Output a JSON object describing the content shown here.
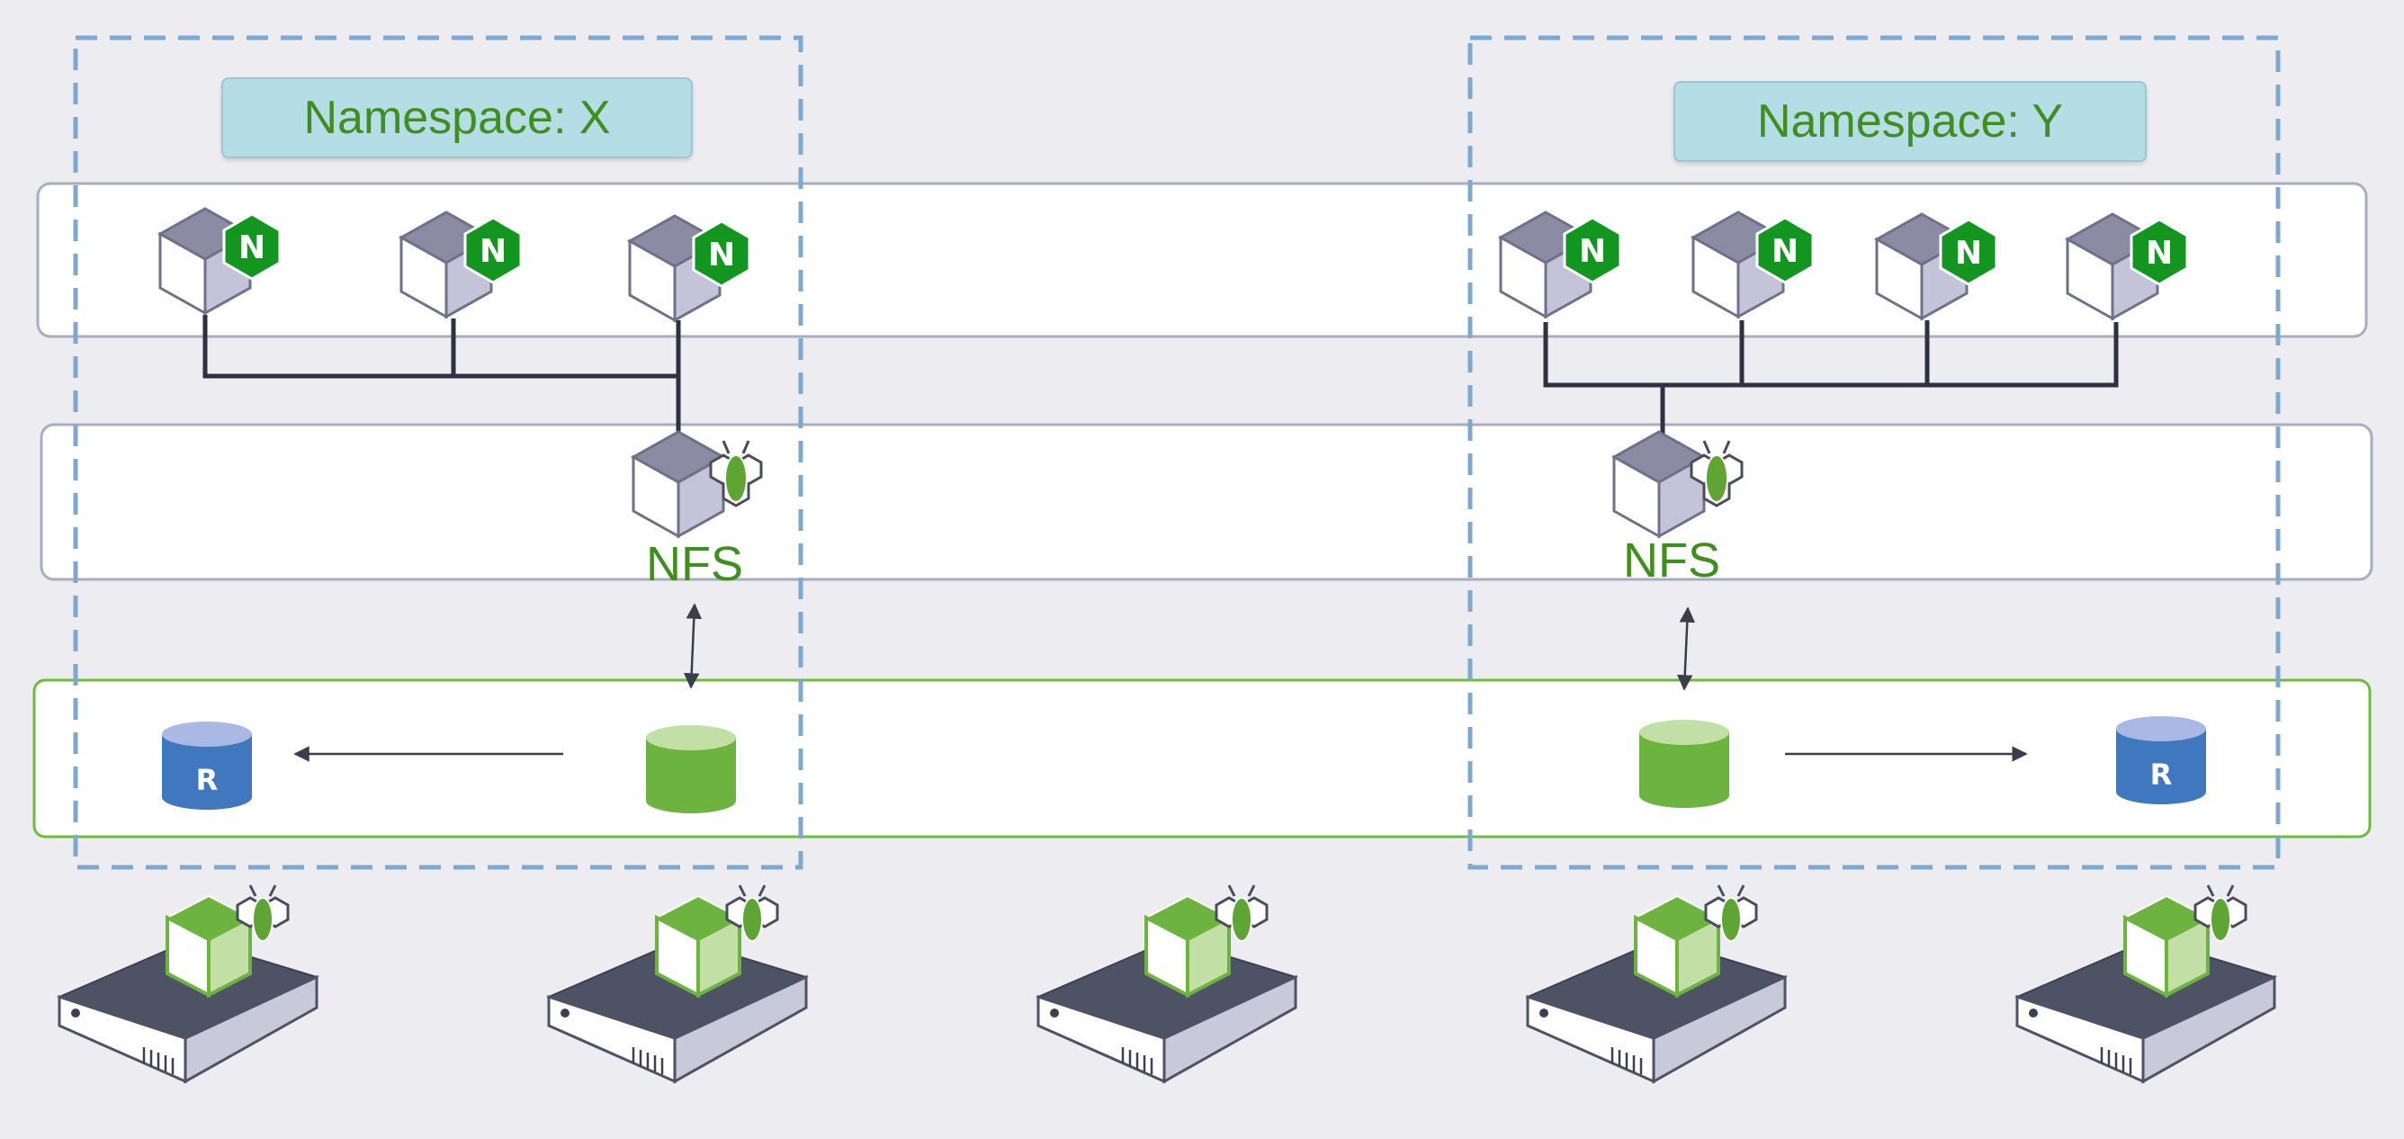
{
  "namespaces": [
    {
      "label": "Namespace: X"
    },
    {
      "label": "Namespace: Y"
    }
  ],
  "storage": {
    "nfs_label": "NFS",
    "replica_badge": "R"
  },
  "pod_badge": "N",
  "colors": {
    "background": "#ececf1",
    "namespace_border": "#7fa8cf",
    "namespace_label_bg": "#b5dde5",
    "text_green": "#3f8f1e",
    "nginx_green": "#12961f",
    "volume_green": "#6cb33f",
    "replica_blue": "#3f78bf",
    "storage_lane_border": "#6ebc3a"
  },
  "icons": [
    "nginx-pod-icon",
    "nfs-server-pod-icon",
    "persistent-volume-icon",
    "replica-volume-icon",
    "server-node-icon"
  ]
}
